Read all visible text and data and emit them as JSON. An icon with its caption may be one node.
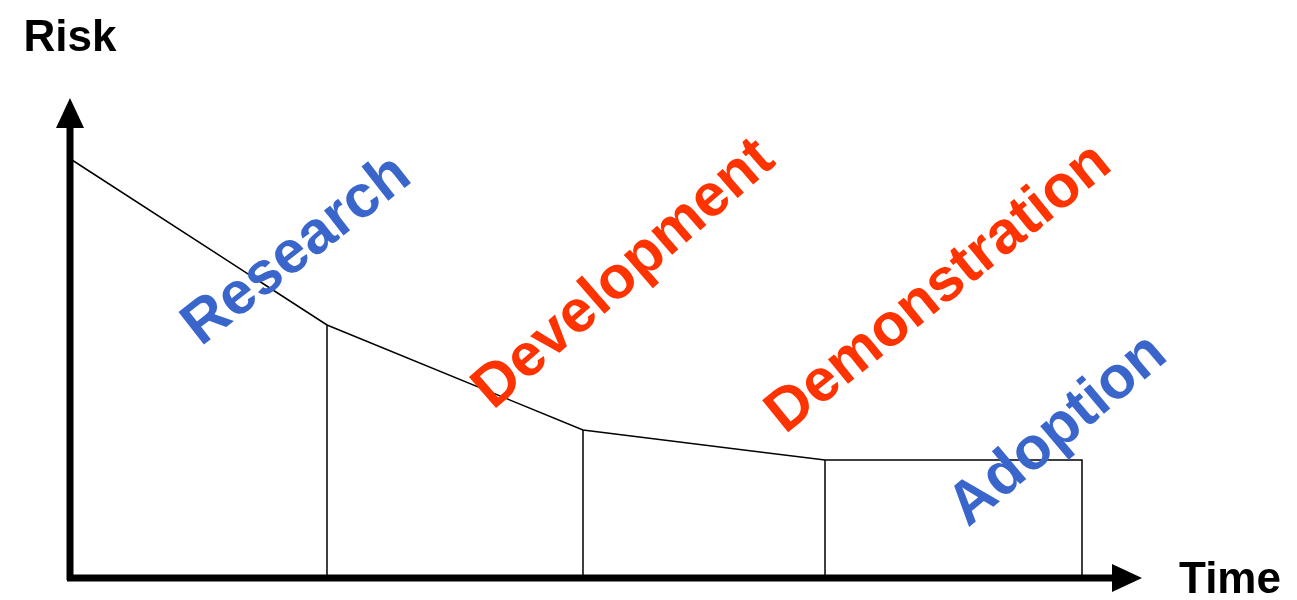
{
  "diagram": {
    "labels": [
      "Risk",
      "Research",
      "Development",
      "Demonstration",
      "Adoption",
      "Time"
    ]
  }
}
